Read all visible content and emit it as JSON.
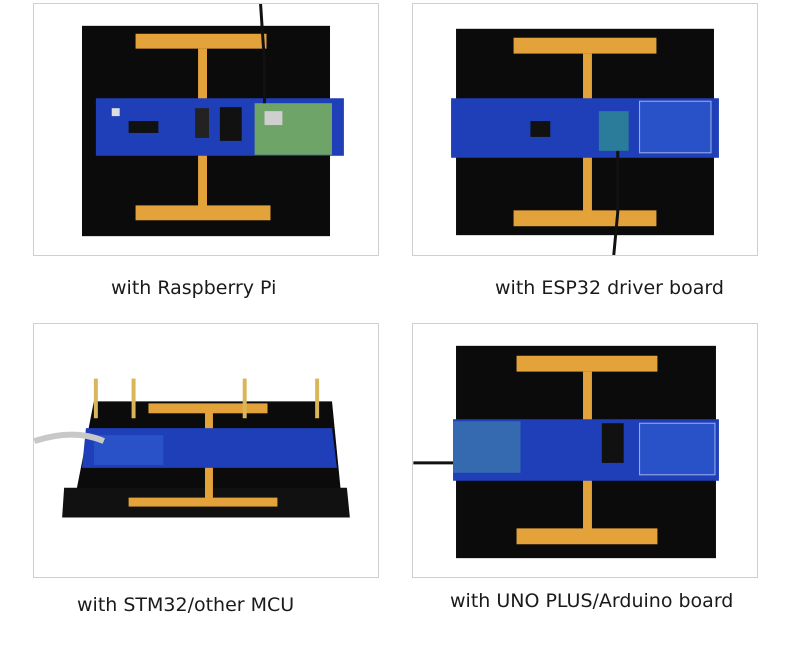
{
  "panels": [
    {
      "caption": "with Raspberry Pi"
    },
    {
      "caption": "with ESP32 driver board"
    },
    {
      "caption": "with STM32/other MCU"
    },
    {
      "caption": "with UNO PLUS/Arduino board"
    }
  ],
  "colors": {
    "epaper_panel": "#0b0b0b",
    "driver_board": "#1f3fb8",
    "flex_cable": "#e3a23a",
    "raspberry_pi_board": "#6ea468",
    "esp32_board": "#2a7c9a",
    "arduino_board": "#3569b0"
  }
}
